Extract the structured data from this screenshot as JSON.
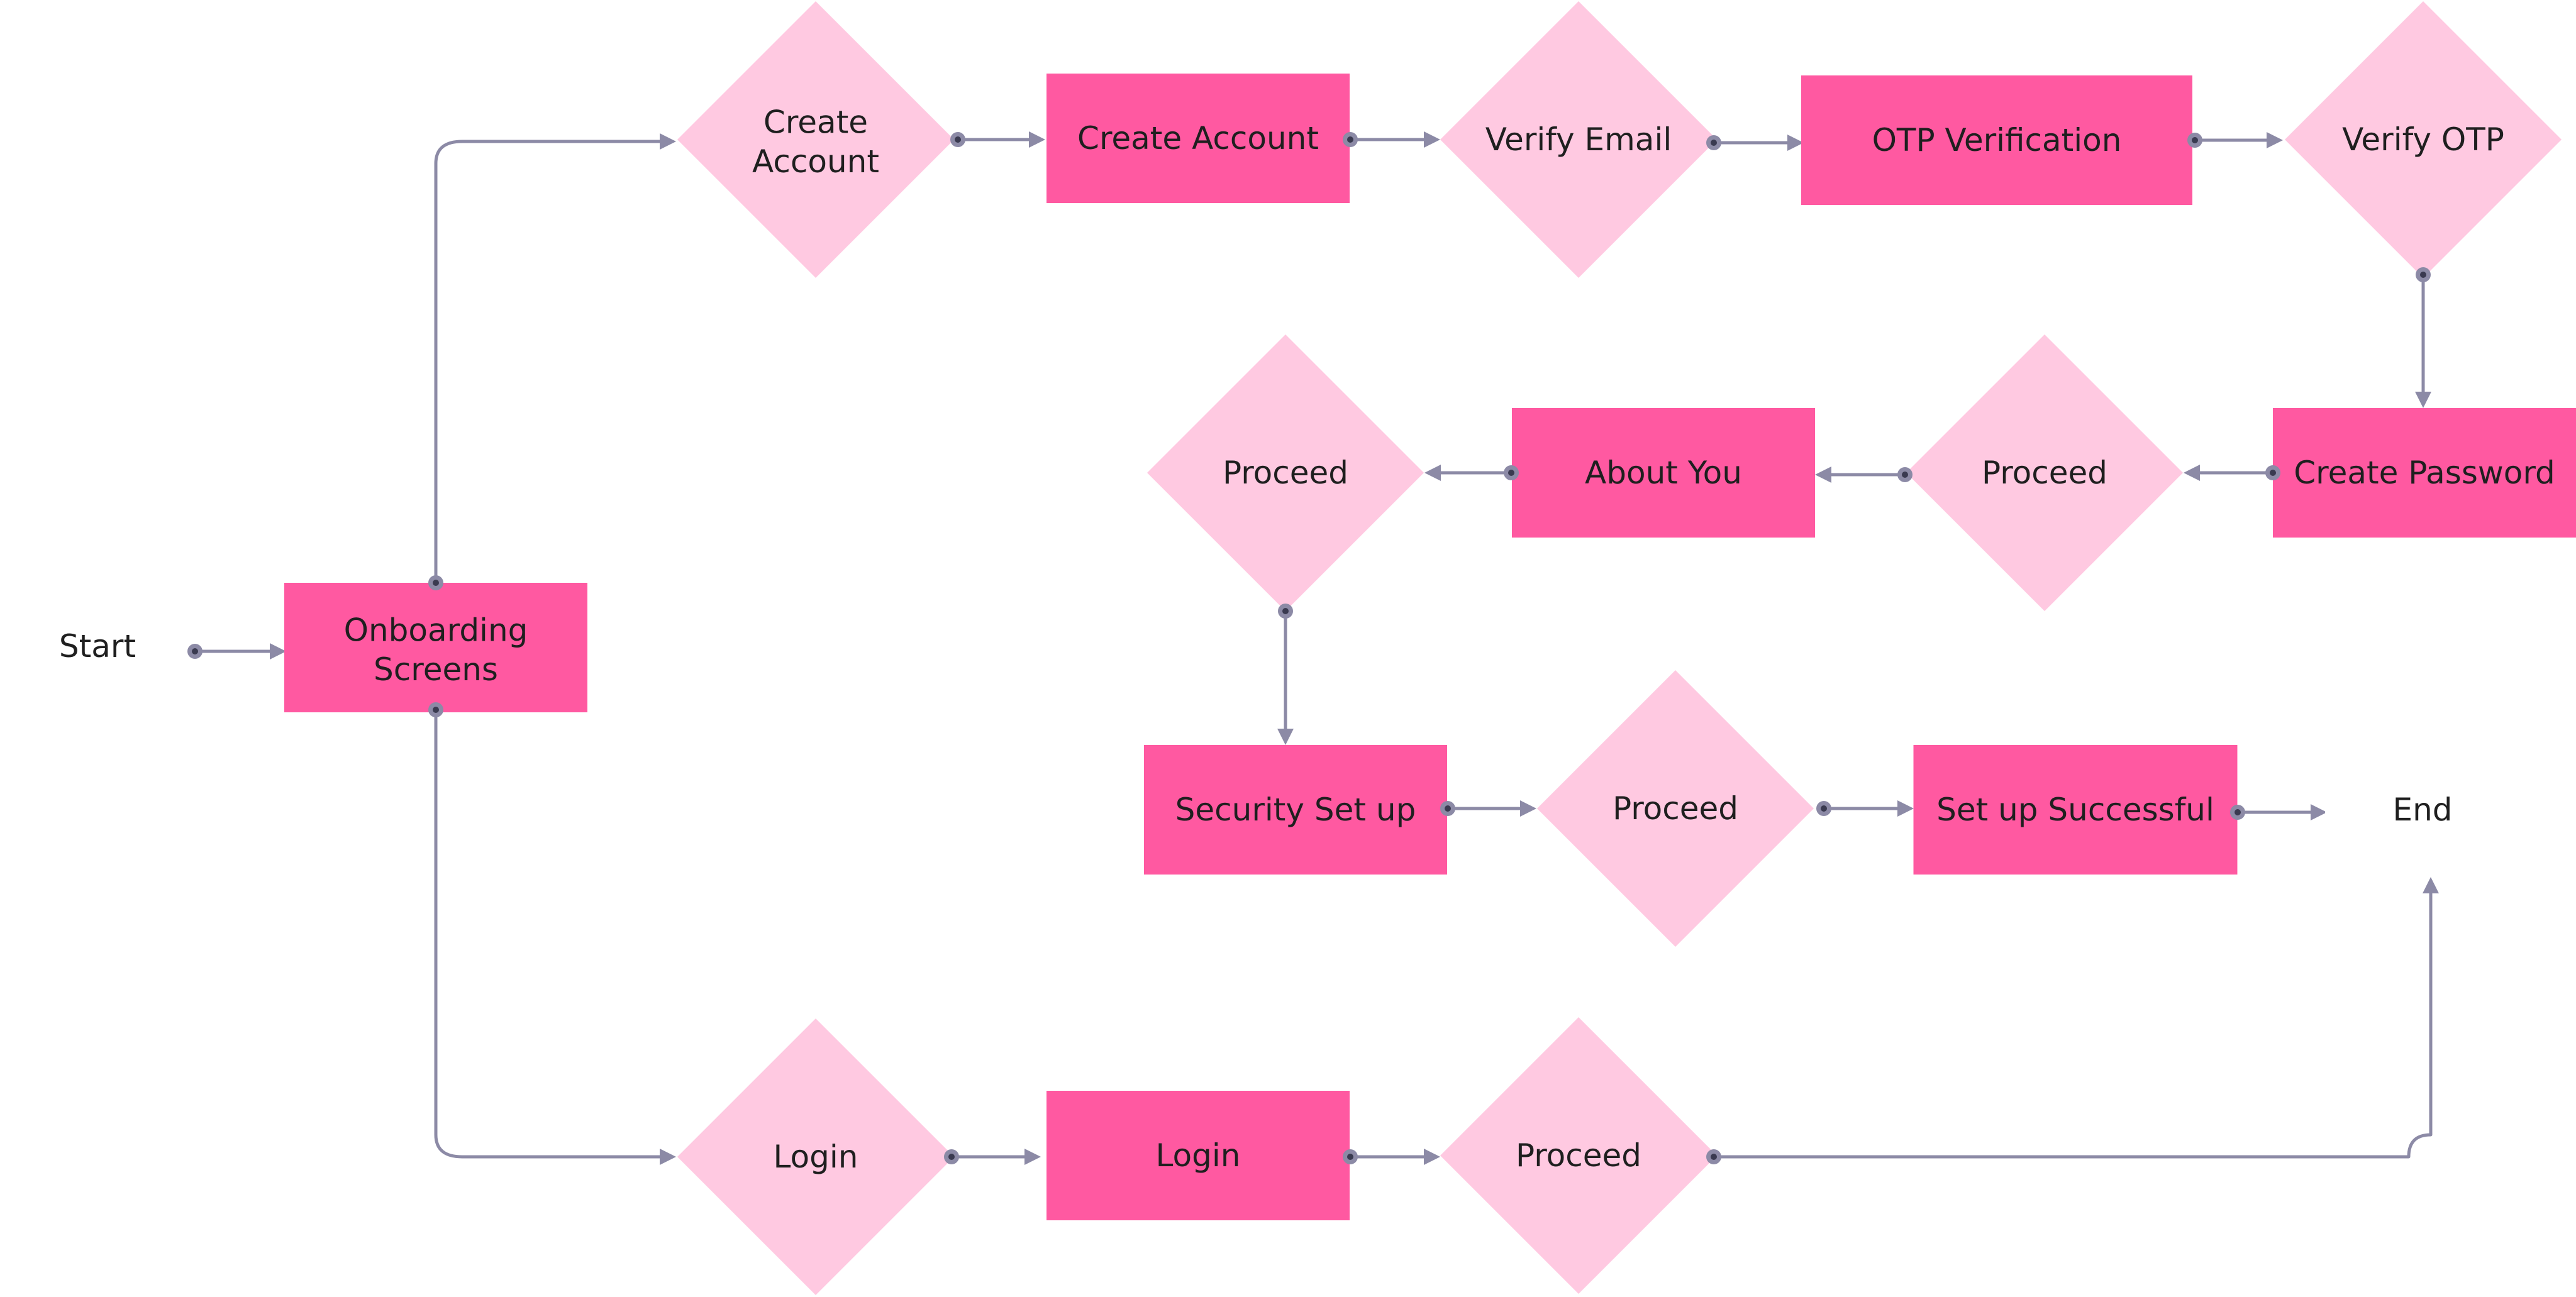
{
  "diagram": {
    "colors": {
      "process_fill": "#ff59a1",
      "decision_fill": "#ffc9e1",
      "terminal_fill": "#ffffff",
      "edge_stroke": "#8c8aa6",
      "text": "#1f1f1f"
    },
    "nodes": [
      {
        "id": "start",
        "shape": "terminal",
        "label": "Start"
      },
      {
        "id": "onboarding",
        "shape": "process",
        "label": "Onboarding Screens"
      },
      {
        "id": "create_account_decision",
        "shape": "decision",
        "label": "Create Account"
      },
      {
        "id": "create_account",
        "shape": "process",
        "label": "Create Account"
      },
      {
        "id": "verify_email",
        "shape": "decision",
        "label": "Verify Email"
      },
      {
        "id": "otp_verification",
        "shape": "process",
        "label": "OTP Verification"
      },
      {
        "id": "verify_otp",
        "shape": "decision",
        "label": "Verify OTP"
      },
      {
        "id": "create_password",
        "shape": "process",
        "label": "Create Password"
      },
      {
        "id": "proceed_1",
        "shape": "decision",
        "label": "Proceed"
      },
      {
        "id": "about_you",
        "shape": "process",
        "label": "About You"
      },
      {
        "id": "proceed_2",
        "shape": "decision",
        "label": "Proceed"
      },
      {
        "id": "security_setup",
        "shape": "process",
        "label": "Security Set up"
      },
      {
        "id": "proceed_3",
        "shape": "decision",
        "label": "Proceed"
      },
      {
        "id": "setup_successful",
        "shape": "process",
        "label": "Set up Successful"
      },
      {
        "id": "end",
        "shape": "terminal",
        "label": "End"
      },
      {
        "id": "login_decision",
        "shape": "decision",
        "label": "Login"
      },
      {
        "id": "login",
        "shape": "process",
        "label": "Login"
      },
      {
        "id": "proceed_4",
        "shape": "decision",
        "label": "Proceed"
      }
    ],
    "edges": [
      {
        "from": "start",
        "to": "onboarding"
      },
      {
        "from": "onboarding",
        "to": "create_account_decision"
      },
      {
        "from": "create_account_decision",
        "to": "create_account"
      },
      {
        "from": "create_account",
        "to": "verify_email"
      },
      {
        "from": "verify_email",
        "to": "otp_verification"
      },
      {
        "from": "otp_verification",
        "to": "verify_otp"
      },
      {
        "from": "verify_otp",
        "to": "create_password"
      },
      {
        "from": "create_password",
        "to": "proceed_1"
      },
      {
        "from": "proceed_1",
        "to": "about_you"
      },
      {
        "from": "about_you",
        "to": "proceed_2"
      },
      {
        "from": "proceed_2",
        "to": "security_setup"
      },
      {
        "from": "security_setup",
        "to": "proceed_3"
      },
      {
        "from": "proceed_3",
        "to": "setup_successful"
      },
      {
        "from": "setup_successful",
        "to": "end"
      },
      {
        "from": "onboarding",
        "to": "login_decision"
      },
      {
        "from": "login_decision",
        "to": "login"
      },
      {
        "from": "login",
        "to": "proceed_4"
      },
      {
        "from": "proceed_4",
        "to": "end"
      }
    ]
  }
}
